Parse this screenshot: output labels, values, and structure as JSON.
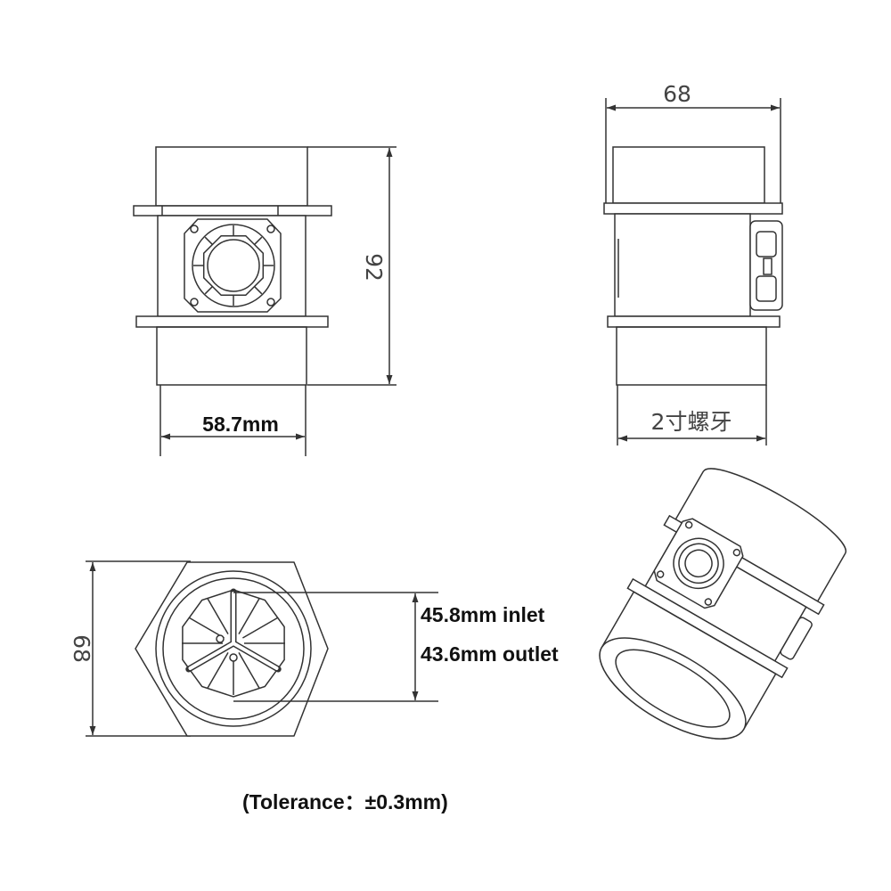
{
  "side_view": {
    "width_label": "68",
    "thread_label": "2寸螺牙"
  },
  "front_view": {
    "height_label": "92",
    "width_label": "58.7mm"
  },
  "end_view": {
    "height_label": "68",
    "inlet_label": "45.8mm inlet",
    "outlet_label": "43.6mm outlet"
  },
  "tolerance_note": "(Tolerance：±0.3mm)"
}
